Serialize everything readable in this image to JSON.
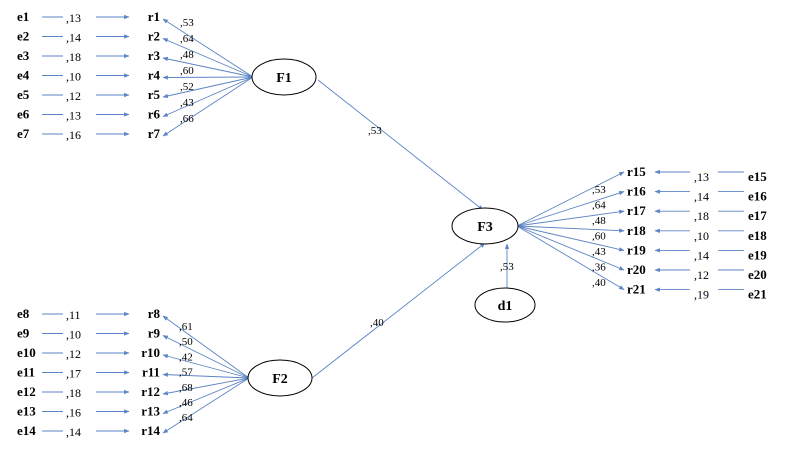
{
  "factors": {
    "F1": {
      "label": "F1"
    },
    "F2": {
      "label": "F2"
    },
    "F3": {
      "label": "F3"
    },
    "d1": {
      "label": "d1"
    }
  },
  "paths": {
    "F1_F3": ",53",
    "F2_F3": ",40",
    "d1_F3": ",53"
  },
  "f1_items": [
    {
      "error": "e1",
      "err_coef": ",13",
      "item": "r1",
      "loading": ",53"
    },
    {
      "error": "e2",
      "err_coef": ",14",
      "item": "r2",
      "loading": ",64"
    },
    {
      "error": "e3",
      "err_coef": ",18",
      "item": "r3",
      "loading": ",48"
    },
    {
      "error": "e4",
      "err_coef": ",10",
      "item": "r4",
      "loading": ",60"
    },
    {
      "error": "e5",
      "err_coef": ",12",
      "item": "r5",
      "loading": ",52"
    },
    {
      "error": "e6",
      "err_coef": ",13",
      "item": "r6",
      "loading": ",43"
    },
    {
      "error": "e7",
      "err_coef": ",16",
      "item": "r7",
      "loading": ",66"
    }
  ],
  "f2_items": [
    {
      "error": "e8",
      "err_coef": ",11",
      "item": "r8",
      "loading": ",61"
    },
    {
      "error": "e9",
      "err_coef": ",10",
      "item": "r9",
      "loading": ",50"
    },
    {
      "error": "e10",
      "err_coef": ",12",
      "item": "r10",
      "loading": ",42"
    },
    {
      "error": "e11",
      "err_coef": ",17",
      "item": "r11",
      "loading": ",57"
    },
    {
      "error": "e12",
      "err_coef": ",18",
      "item": "r12",
      "loading": ",68"
    },
    {
      "error": "e13",
      "err_coef": ",16",
      "item": "r13",
      "loading": ",46"
    },
    {
      "error": "e14",
      "err_coef": ",14",
      "item": "r14",
      "loading": ",64"
    }
  ],
  "f3_items": [
    {
      "error": "e15",
      "err_coef": ",13",
      "item": "r15",
      "loading": ",53"
    },
    {
      "error": "e16",
      "err_coef": ",14",
      "item": "r16",
      "loading": ",64"
    },
    {
      "error": "e17",
      "err_coef": ",18",
      "item": "r17",
      "loading": ",48"
    },
    {
      "error": "e18",
      "err_coef": ",10",
      "item": "r18",
      "loading": ",60"
    },
    {
      "error": "e19",
      "err_coef": ",14",
      "item": "r19",
      "loading": ",43"
    },
    {
      "error": "e20",
      "err_coef": ",12",
      "item": "r20",
      "loading": ",36"
    },
    {
      "error": "e21",
      "err_coef": ",19",
      "item": "r21",
      "loading": ",40"
    }
  ]
}
